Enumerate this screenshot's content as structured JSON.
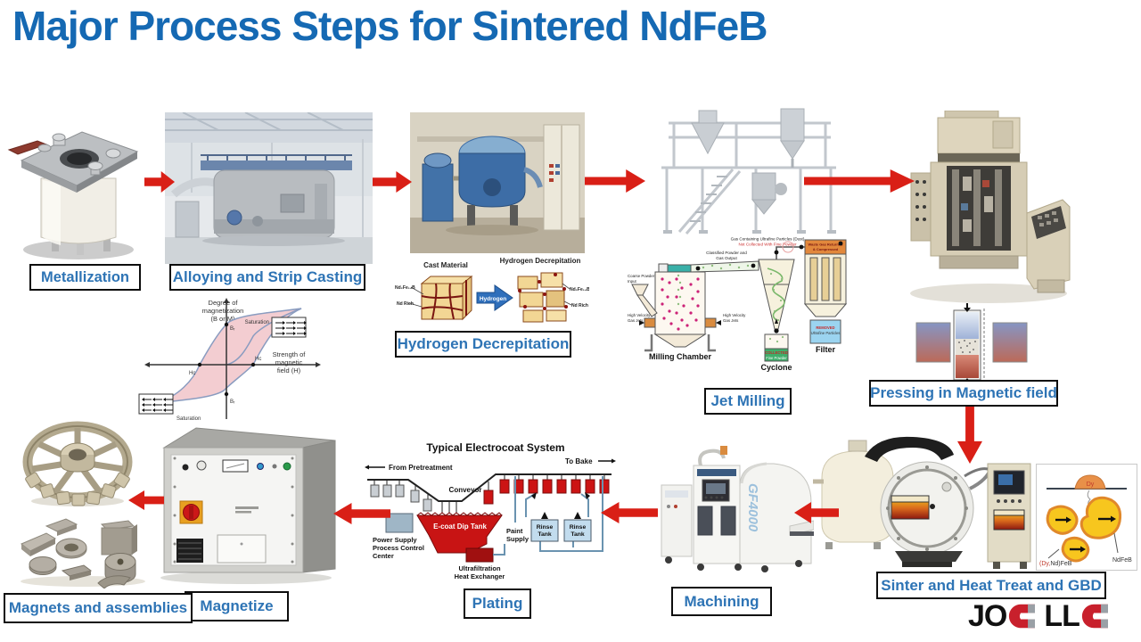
{
  "title": "Major Process Steps for Sintered NdFeB",
  "colors": {
    "title_blue": "#1569b3",
    "label_blue": "#2e74b5",
    "arrow_red": "#d91f16"
  },
  "steps": {
    "metallization": {
      "label": "Metallization"
    },
    "alloying": {
      "label": "Alloying and Strip Casting"
    },
    "hydrogen": {
      "label": "Hydrogen Decrepitation"
    },
    "jet_milling": {
      "label": "Jet Milling"
    },
    "pressing": {
      "label": "Pressing in Magnetic field"
    },
    "sinter": {
      "label": "Sinter and Heat Treat and GBD"
    },
    "machining": {
      "label": "Machining"
    },
    "plating": {
      "label": "Plating"
    },
    "magnetize": {
      "label": "Magnetize"
    },
    "magnets": {
      "label": "Magnets and assemblies"
    }
  },
  "hd_diagram": {
    "left_title": "Cast Material",
    "right_title": "Hydrogen Decrepitation",
    "arrow": "Hydrogen",
    "phase_main": "Nd₂Fe₁₄B",
    "phase_rich": "Nd Rich"
  },
  "jet_diagram": {
    "chamber_label": "Milling Chamber",
    "cyclone_label": "Cyclone",
    "filter_label": "Filter",
    "coarse_1": "Coarse Powder",
    "coarse_2": "Input",
    "jets_1": "High Velocity",
    "jets_2": "Gas Jets",
    "classified_1": "Classified Powder and",
    "classified_2": "Gas Output",
    "dust_1": "Gas Containing Ultrafine Particles (Dust)",
    "dust_2": "Not Collected With Fine Powder",
    "waste_1": "Waste Gas Returned",
    "waste_2": "& Compressed",
    "collected_1": "COLLECTED",
    "collected_2": "Fine Powder",
    "removed_1": "REMOVED",
    "removed_2": "Ultrafine Particles"
  },
  "hysteresis": {
    "y1": "Degree of",
    "y2": "magnetization",
    "y3": "(B or M)",
    "x1": "Strength of",
    "x2": "magnetic",
    "x3": "field (H)",
    "sat": "Saturation",
    "br": "Bᵣ",
    "hc": "Hc"
  },
  "electrocoat": {
    "title": "Typical Electrocoat System",
    "from_pre": "From Pretreatment",
    "to_bake": "To Bake",
    "conveyor": "Conveyor",
    "tank": "E-coat Dip Tank",
    "power1": "Power Supply",
    "power2": "Process Control",
    "power3": "Center",
    "paint1": "Paint",
    "paint2": "Supply",
    "rinse1": "Rinse",
    "rinse2": "Tank",
    "uf1": "Ultrafiltration",
    "uf2": "Heat Exchanger"
  },
  "gbd_inset": {
    "dy": "Dy",
    "left_red": "(Dy,",
    "left_rest": "Nd)FeB",
    "right_label": "NdFeB"
  },
  "machining_figure": {
    "machine_text": "GF4000"
  },
  "logo": {
    "part1": "JO",
    "part2": "LL"
  }
}
